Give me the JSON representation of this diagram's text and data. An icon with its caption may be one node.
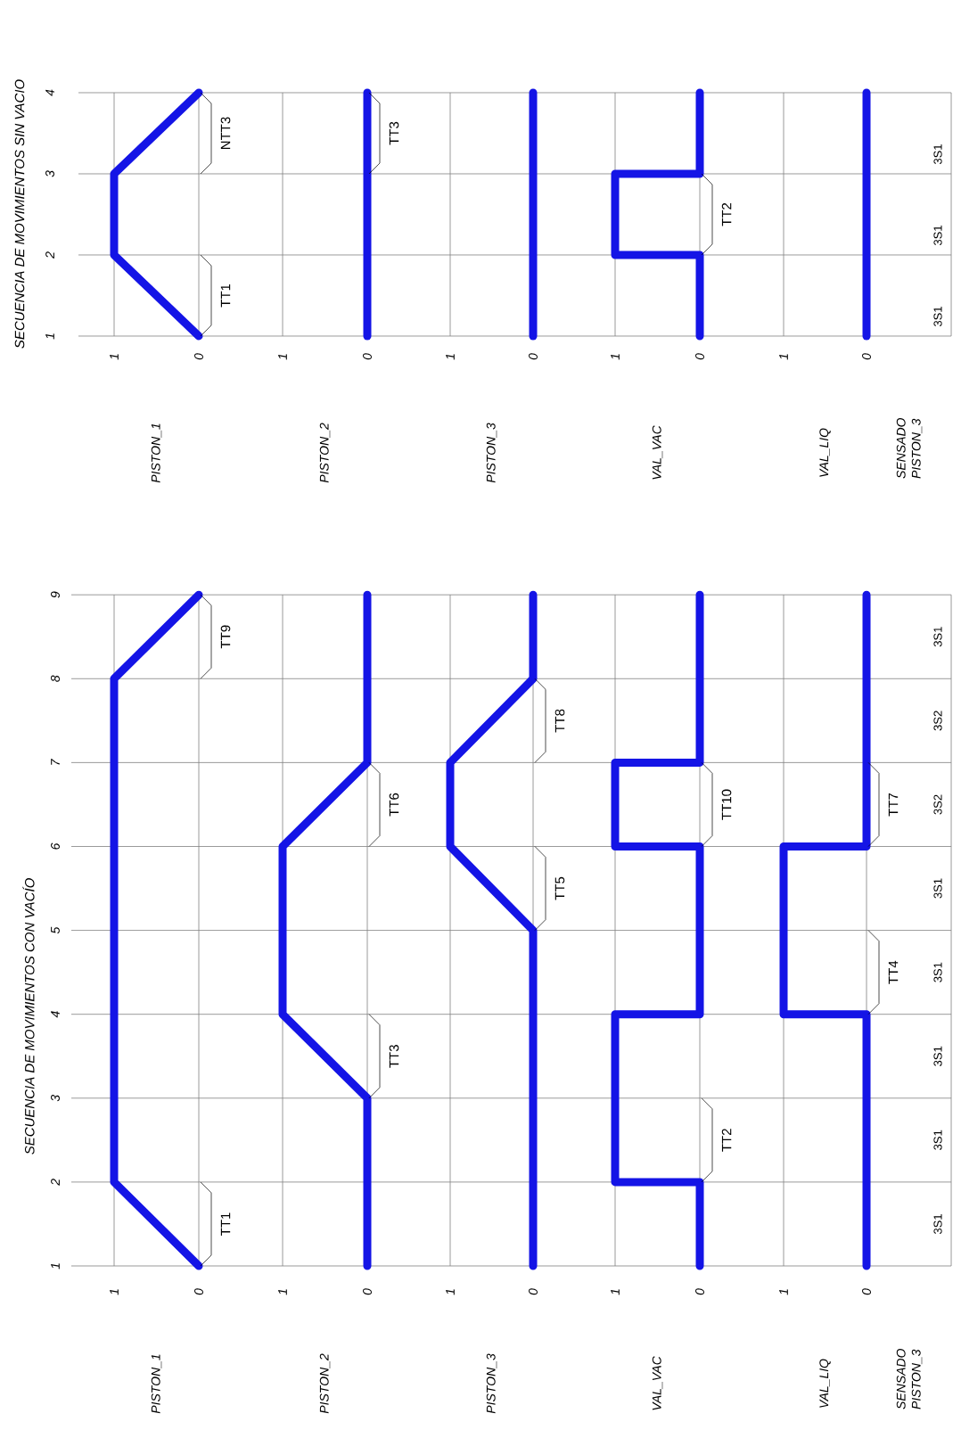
{
  "diagram": {
    "labels": [
      "SECUENCIA DE MOVIMIENTOS CON VACÍO",
      "1",
      "2",
      "3",
      "4",
      "5",
      "6",
      "7",
      "8",
      "9",
      "PISTON_1",
      "PISTON_2",
      "PISTON_3",
      "VAL_VAC",
      "VAL_LIQ",
      "SENSADO PISTON_3",
      "1",
      "0",
      "1",
      "0",
      "1",
      "0",
      "1",
      "0",
      "1",
      "0",
      "TT1",
      "TT9",
      "TT3",
      "TT6",
      "TT5",
      "TT8",
      "TT2",
      "TT10",
      "TT4",
      "TT7",
      "3S1",
      "3S1",
      "3S1",
      "3S1",
      "3S1",
      "3S2",
      "3S2",
      "3S1",
      "SECUENCIA DE MOVIMIENTOS SIN VACIO",
      "1",
      "2",
      "3",
      "4",
      "PISTON_1",
      "PISTON_2",
      "PISTON_3",
      "VAL_VAC",
      "VAL_LIQ",
      "SENSADO PISTON_3",
      "1",
      "0",
      "1",
      "0",
      "1",
      "0",
      "1",
      "0",
      "1",
      "0",
      "TT1",
      "NTT3",
      "TT3",
      "TT2",
      "3S1",
      "3S1",
      "3S1"
    ]
  }
}
